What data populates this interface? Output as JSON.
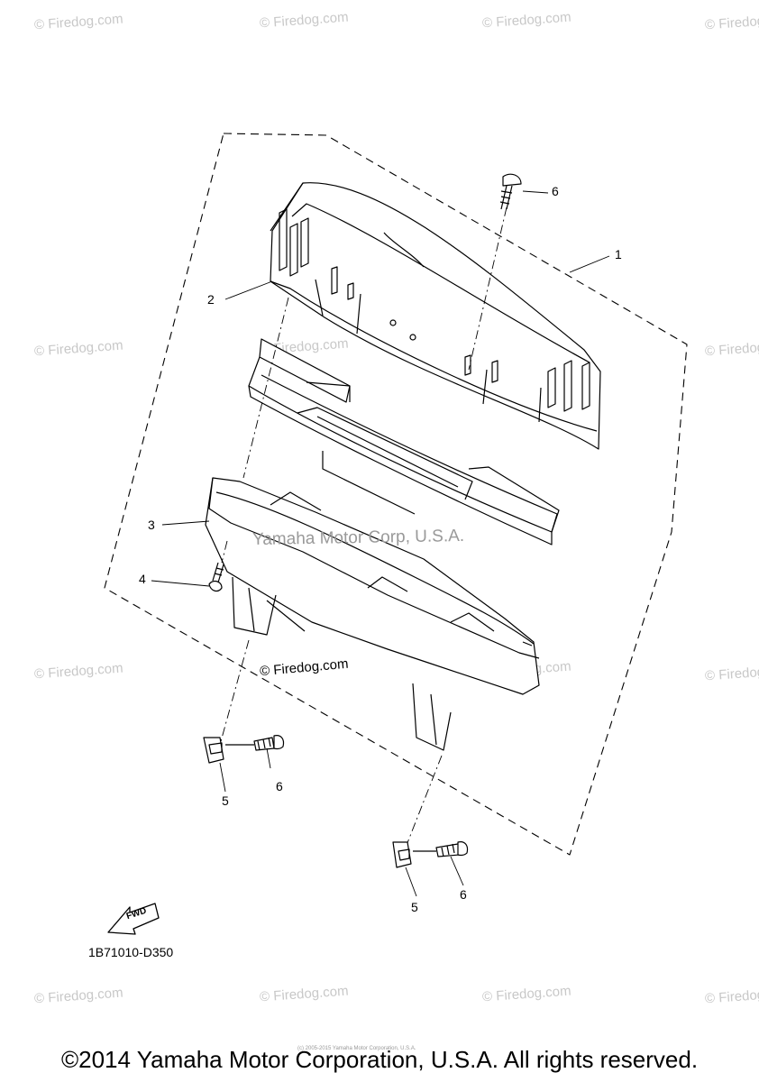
{
  "watermark": {
    "text": "© Firedog.com",
    "instances": [
      "tl",
      "tc1",
      "tc2",
      "tr",
      "ml",
      "mc",
      "mr",
      "ll",
      "lc1",
      "lc2",
      "lr",
      "bl",
      "bc1",
      "bc2",
      "br"
    ]
  },
  "center_watermark": "© Firedog.com",
  "yamaha_watermark": "Yamaha Motor Corp, U.S.A.",
  "callouts": {
    "c1": "1",
    "c2": "2",
    "c3": "3",
    "c4": "4",
    "c5a": "5",
    "c5b": "5",
    "c6a": "6",
    "c6b": "6",
    "c6c": "6"
  },
  "fwd_label": "FWD",
  "diagram_code": "1B71010-D350",
  "tiny_notice": "(c) 2005-2015 Yamaha Motor Corporation, U.S.A.",
  "copyright": "©2014 Yamaha Motor Corporation, U.S.A. All rights reserved."
}
